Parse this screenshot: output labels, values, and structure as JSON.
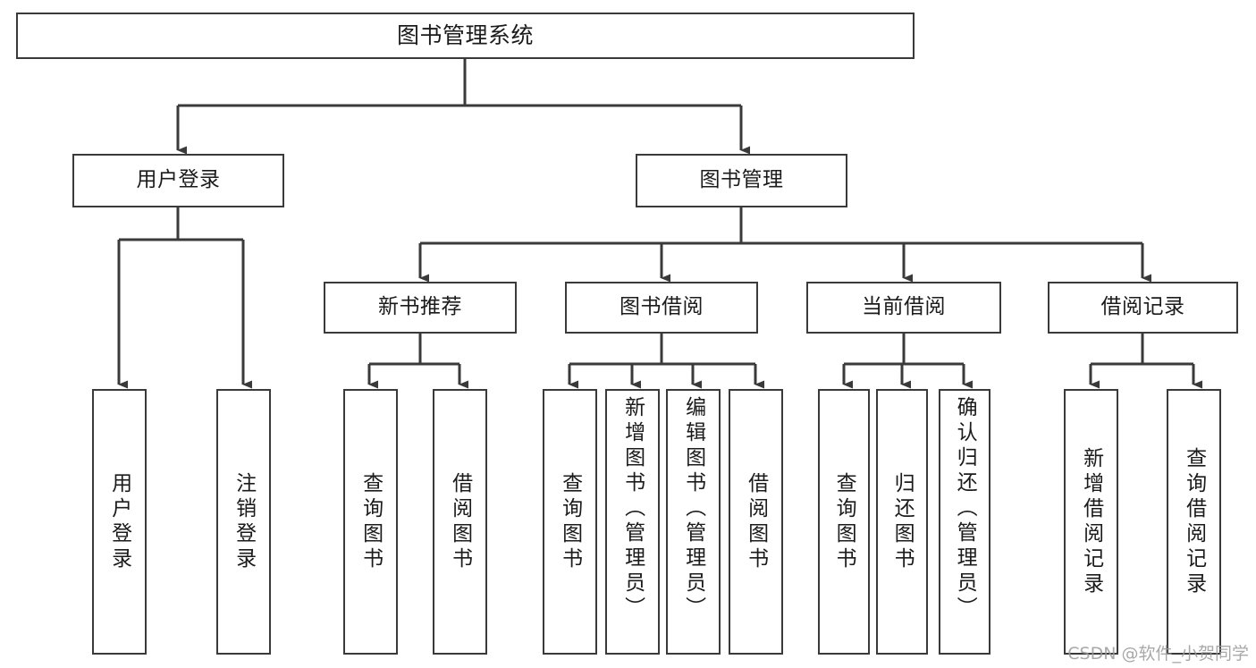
{
  "diagram": {
    "title": "图书管理系统",
    "type": "tree-hierarchy",
    "orientation": "top-down",
    "colors": {
      "box_border": "#3a3a3a",
      "box_fill": "#ffffff",
      "connector": "#3a3a3a",
      "text": "#1b1b1b",
      "watermark": "#9a9a9a",
      "background": "#ffffff"
    }
  },
  "watermark": {
    "text": "CSDN @软件_小贺同学"
  },
  "nodes": {
    "root": {
      "label": "图书管理系统"
    },
    "level2": [
      {
        "id": "user-login",
        "label": "用户登录"
      },
      {
        "id": "book-management",
        "label": "图书管理"
      }
    ],
    "level3": [
      {
        "id": "new-book-recommend",
        "label": "新书推荐"
      },
      {
        "id": "book-borrow",
        "label": "图书借阅"
      },
      {
        "id": "current-borrow",
        "label": "当前借阅"
      },
      {
        "id": "borrow-record",
        "label": "借阅记录"
      }
    ],
    "leaves": {
      "user_login": [
        {
          "id": "leaf-user-login",
          "label": "用户登录"
        },
        {
          "id": "leaf-logout-login",
          "label": "注销登录"
        }
      ],
      "new_book_recommend": [
        {
          "id": "leaf-query-book-1",
          "label": "查询图书"
        },
        {
          "id": "leaf-borrow-book-1",
          "label": "借阅图书"
        }
      ],
      "book_borrow": [
        {
          "id": "leaf-query-book-2",
          "label": "查询图书"
        },
        {
          "id": "leaf-add-book",
          "label": "新增图书（管理员）"
        },
        {
          "id": "leaf-edit-book",
          "label": "编辑图书（管理员）"
        },
        {
          "id": "leaf-borrow-book-2",
          "label": "借阅图书"
        }
      ],
      "current_borrow": [
        {
          "id": "leaf-query-book-3",
          "label": "查询图书"
        },
        {
          "id": "leaf-return-book",
          "label": "归还图书"
        },
        {
          "id": "leaf-confirm-return",
          "label": "确认归还（管理员）"
        }
      ],
      "borrow_record": [
        {
          "id": "leaf-add-borrow-record",
          "label": "新增借阅记录"
        },
        {
          "id": "leaf-query-borrow-record",
          "label": "查询借阅记录"
        }
      ]
    }
  }
}
